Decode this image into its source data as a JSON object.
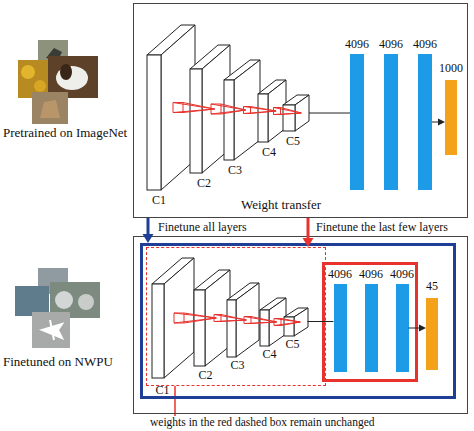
{
  "diagram": {
    "nodes": [
      {
        "text": [
          "Weight transfer"
        ]
      },
      {
        "text": [
          "C1"
        ],
        "in": 0
      },
      {
        "text": [
          "C2"
        ],
        "in": 0
      },
      {
        "text": [
          "C3"
        ],
        "in": 0
      },
      {
        "text": [
          "C4"
        ],
        "in": 0
      },
      {
        "text": [
          "C5"
        ],
        "in": 0
      },
      {
        "text": [
          "4096"
        ],
        "in": 0
      },
      {
        "text": [
          "4096"
        ],
        "in": 0
      },
      {
        "text": [
          "4096"
        ],
        "in": 0
      },
      {
        "text": [
          "1000"
        ],
        "in": 0
      },
      {
        "text": []
      },
      {
        "text": [],
        "in": 10
      },
      {
        "text": [],
        "in": 11
      },
      {
        "text": [
          "C1"
        ],
        "in": 12
      },
      {
        "text": [
          "C2"
        ],
        "in": 12
      },
      {
        "text": [
          "C3"
        ],
        "in": 12
      },
      {
        "text": [
          "C4"
        ],
        "in": 12
      },
      {
        "text": [
          "C5"
        ],
        "in": 12
      },
      {
        "text": [],
        "in": 11
      },
      {
        "text": [
          "4096"
        ],
        "in": 18
      },
      {
        "text": [
          "4096"
        ],
        "in": 18
      },
      {
        "text": [
          "4096"
        ],
        "in": 18
      },
      {
        "text": [
          "45"
        ],
        "in": 11
      }
    ],
    "edges": [
      {
        "from": 0,
        "to": 11,
        "arrow": "to",
        "label": "Finetune all layers"
      },
      {
        "from": 0,
        "to": 12,
        "arrow": "to",
        "label": "Finetune the last few layers"
      },
      {
        "from": 5,
        "to": 6,
        "arrow": "none"
      },
      {
        "from": 8,
        "to": 9,
        "arrow": "to"
      },
      {
        "from": 17,
        "to": 19,
        "arrow": "none"
      },
      {
        "from": 21,
        "to": 22,
        "arrow": "to"
      }
    ],
    "labels": [
      "Pretrained on ImageNet",
      "Finetuned on NWPU",
      "weights in the red dashed box remain unchanged"
    ]
  }
}
